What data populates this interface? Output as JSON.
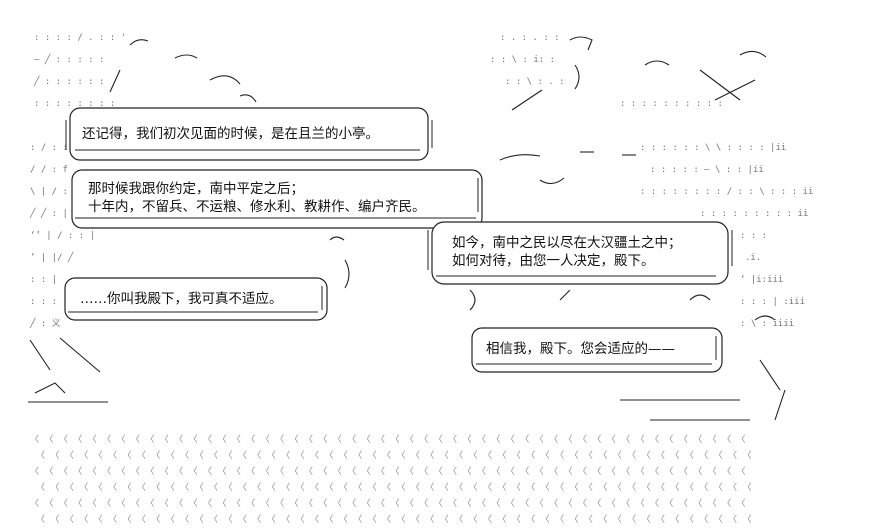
{
  "bubbles": {
    "b1": {
      "line1": "还记得，我们初次见面的时候，是在且兰的小亭。"
    },
    "b2": {
      "line1": "那时候我跟你约定，南中平定之后；",
      "line2": "十年内，不留兵、不运粮、修水利、教耕作、编户齐民。"
    },
    "b3": {
      "line1": "如今，南中之民以尽在大汉疆土之中；",
      "line2": "如何对待，由您一人决定，殿下。"
    },
    "b4": {
      "line1": "……你叫我殿下，我可真不适应。"
    },
    "b5": {
      "line1": "相信我，殿下。您会适应的——"
    }
  },
  "colors": {
    "ink": "#111111",
    "bubble_fill": "#ffffff",
    "ascii_light": "#666666"
  }
}
